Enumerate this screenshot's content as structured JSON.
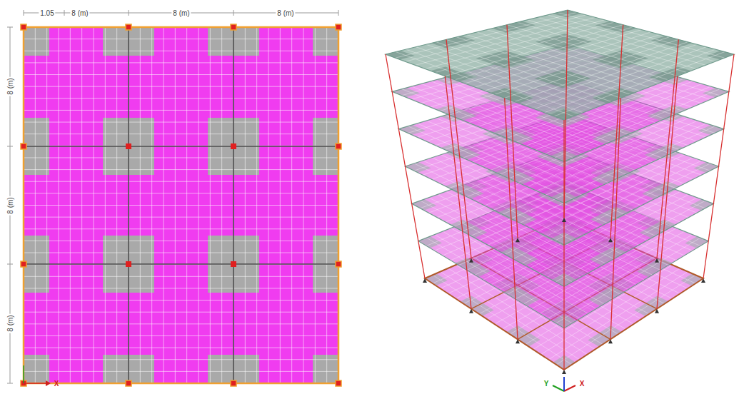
{
  "diagram": {
    "labels": [
      "1.05",
      "8 (m)",
      "8 (m)",
      "8 (m)",
      "8 (m)",
      "8 (m)",
      "8 (m)",
      "X",
      "X",
      "Y"
    ]
  }
}
